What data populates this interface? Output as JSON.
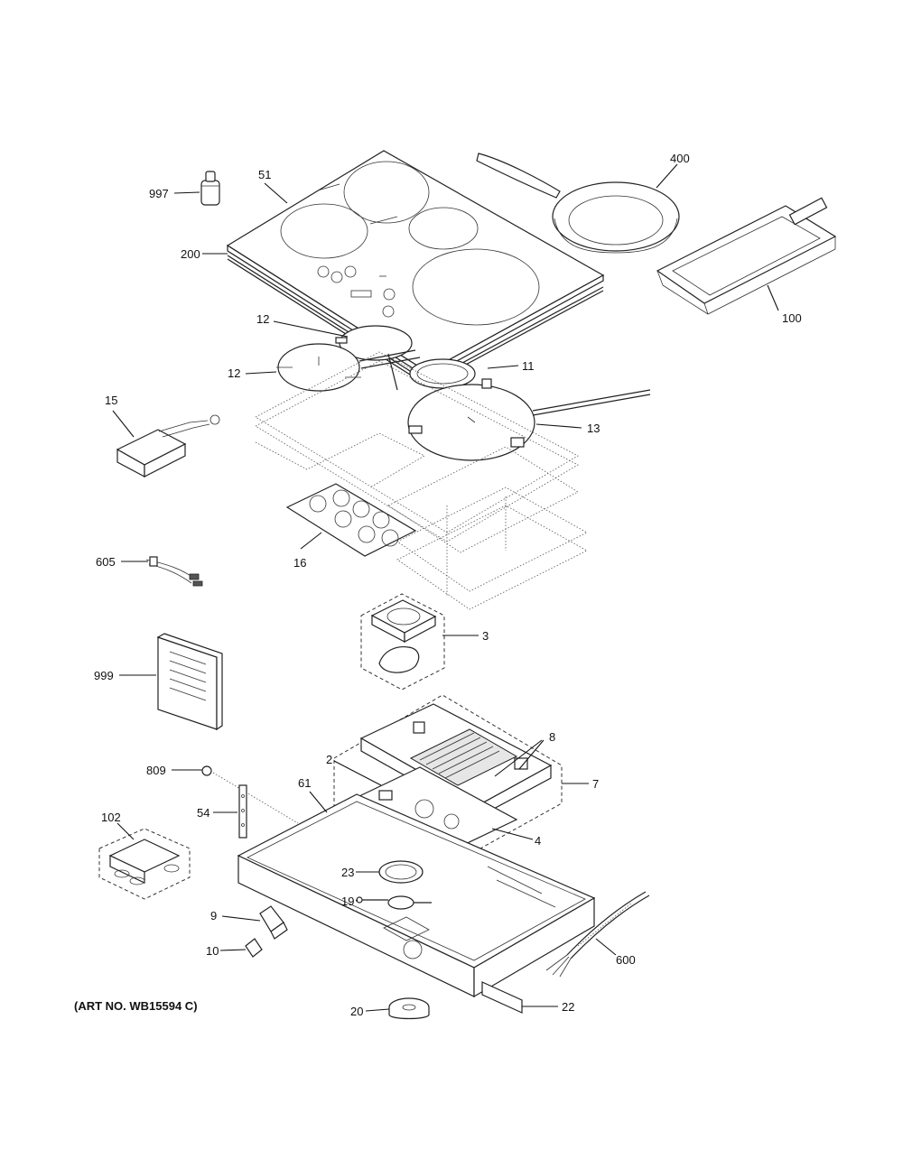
{
  "art_number": "(ART NO. WB15594 C)",
  "callouts": {
    "p997": "997",
    "p51": "51",
    "p200": "200",
    "p400": "400",
    "p100": "100",
    "p12a": "12",
    "p12b": "12",
    "p11": "11",
    "p15": "15",
    "p13": "13",
    "p605": "605",
    "p16": "16",
    "p3": "3",
    "p999": "999",
    "p8": "8",
    "p2": "2",
    "p809": "809",
    "p7": "7",
    "p61": "61",
    "p54": "54",
    "p102": "102",
    "p4": "4",
    "p23": "23",
    "p19": "19",
    "p9": "9",
    "p10": "10",
    "p600": "600",
    "p20": "20",
    "p22": "22"
  }
}
